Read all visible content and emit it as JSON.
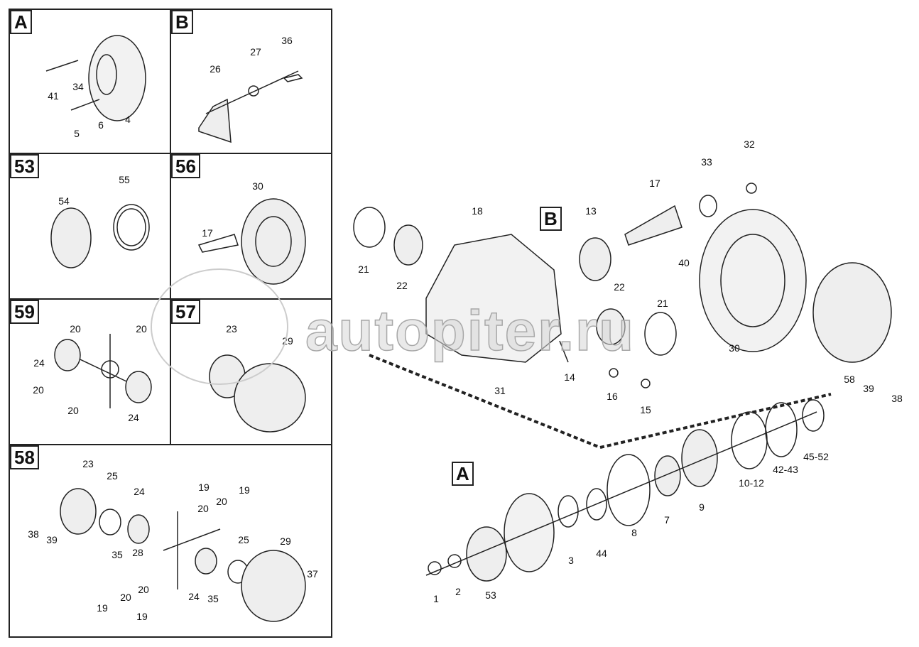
{
  "watermark": "autopiter.ru",
  "panels": {
    "A": {
      "title": "A",
      "labels": [
        "41",
        "34",
        "5",
        "6",
        "4"
      ]
    },
    "B": {
      "title": "B",
      "labels": [
        "26",
        "27",
        "36"
      ]
    },
    "p53": {
      "title": "53",
      "labels": [
        "54",
        "55"
      ]
    },
    "p56": {
      "title": "56",
      "labels": [
        "30",
        "17"
      ]
    },
    "p59": {
      "title": "59",
      "labels": [
        "20",
        "20",
        "24",
        "20",
        "20",
        "24"
      ]
    },
    "p57": {
      "title": "57",
      "labels": [
        "23",
        "29"
      ]
    },
    "p58": {
      "title": "58",
      "labels": [
        "23",
        "25",
        "24",
        "19",
        "20",
        "20",
        "19",
        "38",
        "39",
        "35",
        "28",
        "25",
        "29",
        "37",
        "19",
        "20",
        "20",
        "24",
        "35",
        "19"
      ]
    }
  },
  "main": {
    "callout_B": "B",
    "callout_A": "A",
    "labels": [
      "21",
      "22",
      "18",
      "13",
      "17",
      "33",
      "32",
      "40",
      "22",
      "21",
      "30",
      "31",
      "14",
      "16",
      "15",
      "58",
      "39",
      "38",
      "45-52",
      "42-43",
      "10-12",
      "9",
      "7",
      "8",
      "44",
      "3",
      "1",
      "2",
      "53"
    ]
  }
}
